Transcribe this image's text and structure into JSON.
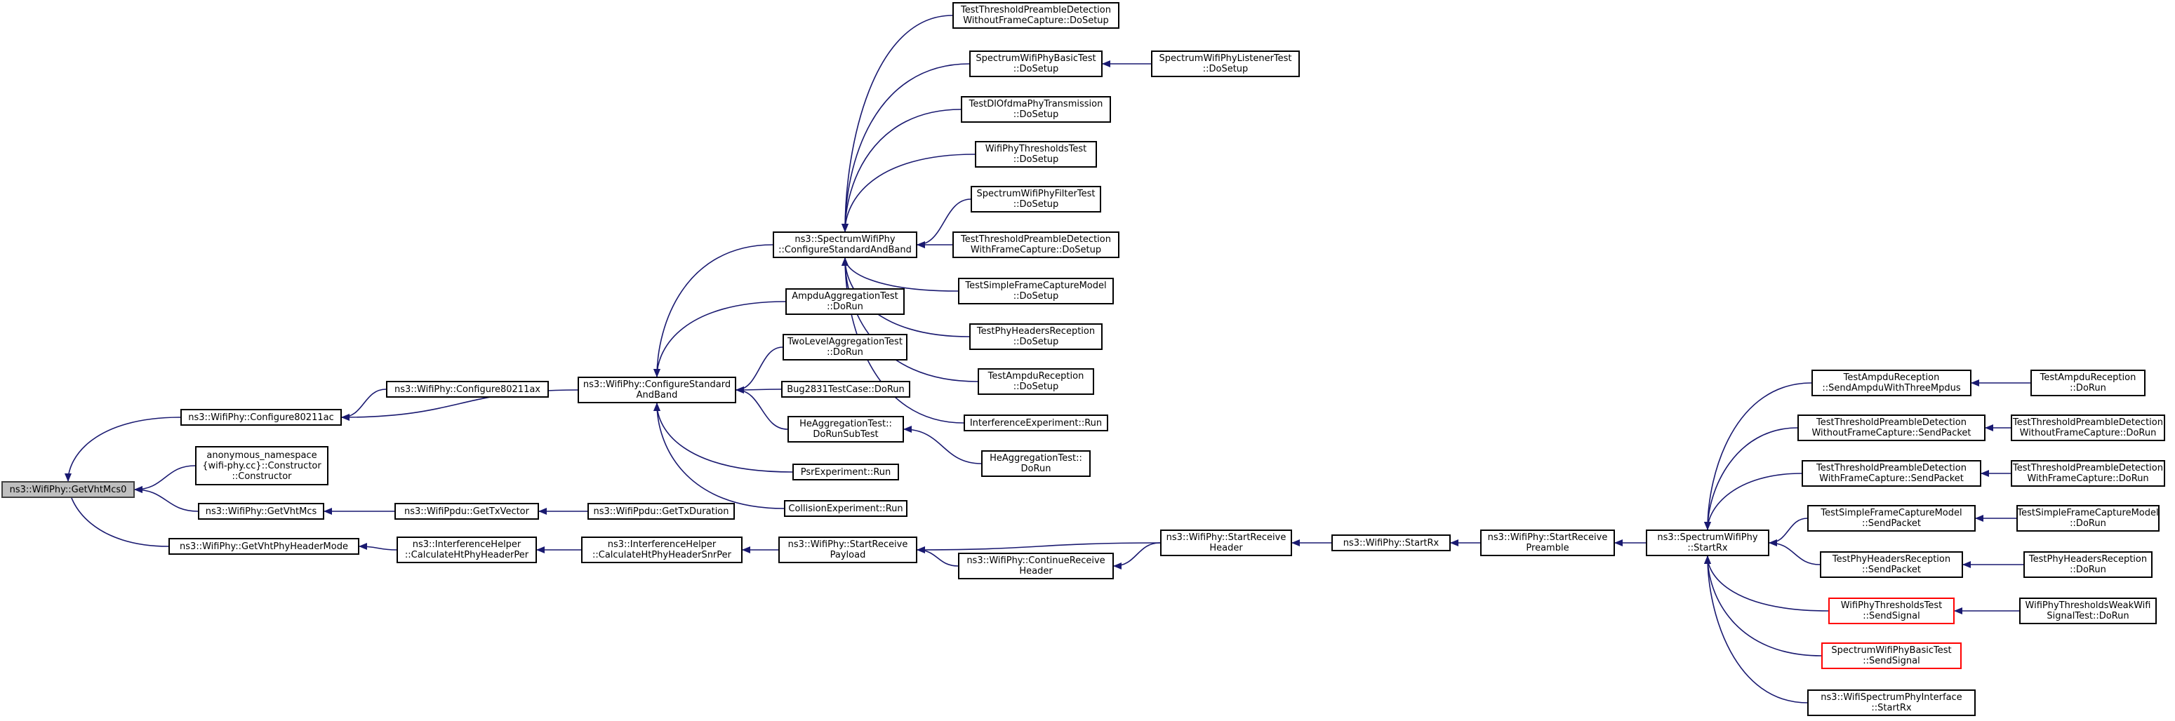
{
  "colors": {
    "edge": "#191970",
    "node_border": "#000000",
    "focus_fill": "#bfbfbf",
    "external_border": "#ff0000"
  },
  "nodes": {
    "n0": {
      "lines": [
        "ns3::WifiPhy::GetVhtMcs0"
      ],
      "kind": "focus"
    },
    "n1": {
      "lines": [
        "ns3::WifiPhy::Configure80211ac"
      ]
    },
    "n2": {
      "lines": [
        "anonymous_namespace",
        "{wifi-phy.cc}::Constructor",
        "::Constructor"
      ]
    },
    "n3": {
      "lines": [
        "ns3::WifiPhy::GetVhtMcs"
      ]
    },
    "n4": {
      "lines": [
        "ns3::WifiPhy::GetVhtPhyHeaderMode"
      ]
    },
    "n5": {
      "lines": [
        "ns3::WifiPhy::Configure80211ax"
      ]
    },
    "n6": {
      "lines": [
        "ns3::WifiPpdu::GetTxVector"
      ]
    },
    "n7": {
      "lines": [
        "ns3::InterferenceHelper",
        "::CalculateHtPhyHeaderPer"
      ]
    },
    "n8": {
      "lines": [
        "ns3::WifiPhy::ConfigureStandard",
        "AndBand"
      ]
    },
    "n9": {
      "lines": [
        "ns3::WifiPpdu::GetTxDuration"
      ]
    },
    "n10": {
      "lines": [
        "ns3::InterferenceHelper",
        "::CalculateHtPhyHeaderSnrPer"
      ]
    },
    "n11": {
      "lines": [
        "ns3::SpectrumWifiPhy",
        "::ConfigureStandardAndBand"
      ]
    },
    "n12": {
      "lines": [
        "AmpduAggregationTest",
        "::DoRun"
      ]
    },
    "n13": {
      "lines": [
        "TwoLevelAggregationTest",
        "::DoRun"
      ]
    },
    "n14": {
      "lines": [
        "Bug2831TestCase::DoRun"
      ]
    },
    "n15": {
      "lines": [
        "HeAggregationTest::",
        "DoRunSubTest"
      ]
    },
    "n16": {
      "lines": [
        "PsrExperiment::Run"
      ]
    },
    "n17": {
      "lines": [
        "CollisionExperiment::Run"
      ]
    },
    "n18": {
      "lines": [
        "ns3::WifiPhy::StartReceive",
        "Payload"
      ]
    },
    "n19": {
      "lines": [
        "TestThresholdPreambleDetection",
        "WithoutFrameCapture::DoSetup"
      ]
    },
    "n20": {
      "lines": [
        "SpectrumWifiPhyBasicTest",
        "::DoSetup"
      ]
    },
    "n21": {
      "lines": [
        "TestDlOfdmaPhyTransmission",
        "::DoSetup"
      ]
    },
    "n22": {
      "lines": [
        "WifiPhyThresholdsTest",
        "::DoSetup"
      ]
    },
    "n23": {
      "lines": [
        "SpectrumWifiPhyFilterTest",
        "::DoSetup"
      ]
    },
    "n24": {
      "lines": [
        "TestThresholdPreambleDetection",
        "WithFrameCapture::DoSetup"
      ]
    },
    "n25": {
      "lines": [
        "TestSimpleFrameCaptureModel",
        "::DoSetup"
      ]
    },
    "n26": {
      "lines": [
        "TestPhyHeadersReception",
        "::DoSetup"
      ]
    },
    "n27": {
      "lines": [
        "TestAmpduReception",
        "::DoSetup"
      ]
    },
    "n28": {
      "lines": [
        "InterferenceExperiment::Run"
      ]
    },
    "n29": {
      "lines": [
        "HeAggregationTest::",
        "DoRun"
      ]
    },
    "n30": {
      "lines": [
        "ns3::WifiPhy::ContinueReceive",
        "Header"
      ]
    },
    "n31": {
      "lines": [
        "SpectrumWifiPhyListenerTest",
        "::DoSetup"
      ]
    },
    "n32": {
      "lines": [
        "ns3::WifiPhy::StartReceive",
        "Header"
      ]
    },
    "n33": {
      "lines": [
        "ns3::WifiPhy::StartRx"
      ]
    },
    "n34": {
      "lines": [
        "ns3::WifiPhy::StartReceive",
        "Preamble"
      ]
    },
    "n35": {
      "lines": [
        "ns3::SpectrumWifiPhy",
        "::StartRx"
      ]
    },
    "n36": {
      "lines": [
        "TestAmpduReception",
        "::SendAmpduWithThreeMpdus"
      ]
    },
    "n37": {
      "lines": [
        "TestThresholdPreambleDetection",
        "WithoutFrameCapture::SendPacket"
      ]
    },
    "n38": {
      "lines": [
        "TestThresholdPreambleDetection",
        "WithFrameCapture::SendPacket"
      ]
    },
    "n39": {
      "lines": [
        "TestSimpleFrameCaptureModel",
        "::SendPacket"
      ]
    },
    "n40": {
      "lines": [
        "TestPhyHeadersReception",
        "::SendPacket"
      ]
    },
    "n41": {
      "lines": [
        "WifiPhyThresholdsTest",
        "::SendSignal"
      ],
      "kind": "ext"
    },
    "n42": {
      "lines": [
        "SpectrumWifiPhyBasicTest",
        "::SendSignal"
      ],
      "kind": "ext"
    },
    "n43": {
      "lines": [
        "ns3::WifiSpectrumPhyInterface",
        "::StartRx"
      ]
    },
    "n44": {
      "lines": [
        "TestAmpduReception",
        "::DoRun"
      ]
    },
    "n45": {
      "lines": [
        "TestThresholdPreambleDetection",
        "WithoutFrameCapture::DoRun"
      ]
    },
    "n46": {
      "lines": [
        "TestThresholdPreambleDetection",
        "WithFrameCapture::DoRun"
      ]
    },
    "n47": {
      "lines": [
        "TestSimpleFrameCaptureModel",
        "::DoRun"
      ]
    },
    "n48": {
      "lines": [
        "TestPhyHeadersReception",
        "::DoRun"
      ]
    },
    "n49": {
      "lines": [
        "WifiPhyThresholdsWeakWifi",
        "SignalTest::DoRun"
      ]
    }
  }
}
